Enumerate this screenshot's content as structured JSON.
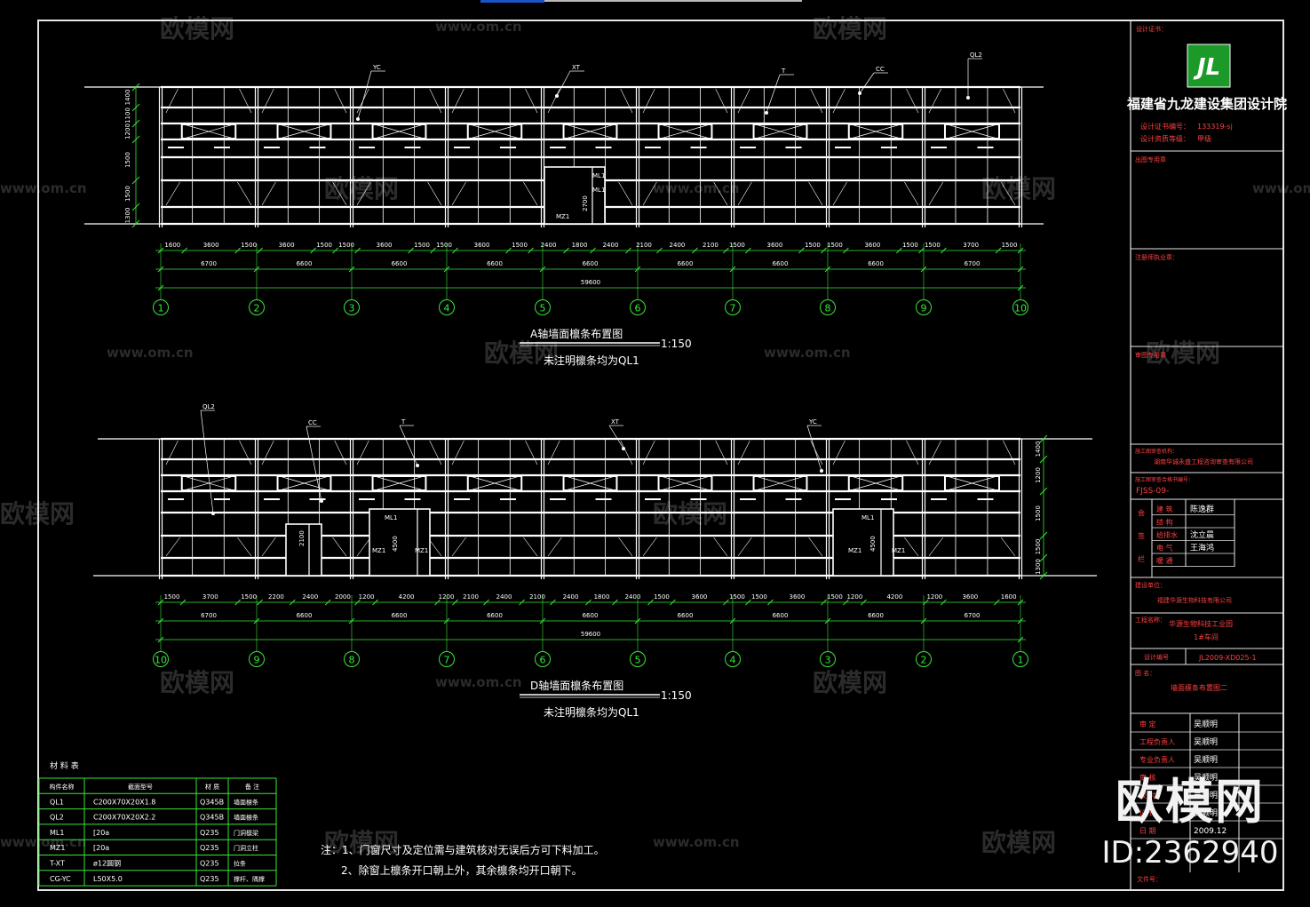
{
  "accent": {
    "wall": "#ffffff",
    "grid": "#39e639",
    "frame": "#e6e6e6",
    "bluebar": "#1a55c8"
  },
  "watermark": {
    "brand": "欧模网",
    "url": "www.om.cn",
    "id_label": "ID:2362940"
  },
  "titleblock": {
    "logo_text": "JL",
    "company": "福建省九龙建设集团设计院",
    "cert_label": "设计证书编号：",
    "cert_value": "133319-sj",
    "grade_label": "设计资质等级：",
    "grade_value": "甲级",
    "design_cert": "设计证书：",
    "review_stamp": "出图专用章",
    "reg_stamp": "注册师执业章：",
    "review_seal": "审图专用章",
    "review_company": "湖南华诚永盛工程咨询审查有限公司",
    "project_no_label": "施工图审查合格书编号：",
    "project_no": "FJSS-09-",
    "sign_group": "会 签 栏",
    "sign_rows": [
      {
        "role": "建 筑",
        "name": "陈逸群"
      },
      {
        "role": "结 构",
        "name": ""
      },
      {
        "role": "给排水",
        "name": "沈立晨"
      },
      {
        "role": "电 气",
        "name": "王海鸿"
      },
      {
        "role": "暖 通",
        "name": ""
      }
    ],
    "client_label": "建设单位：",
    "client": "福建华源生物科技有限公司",
    "project_label": "工程名称：",
    "project_name": "华源生物科技工业园",
    "project_sub": "1#车间",
    "drawing_no_label": "设计编号",
    "drawing_no": "JL2009-XD025-1",
    "drawing_title_label": "图 名：",
    "drawing_title": "墙面檩条布置图二",
    "approval_rows": [
      {
        "role": "审 定",
        "name": "吴顺明"
      },
      {
        "role": "工程负责人",
        "name": "吴顺明"
      },
      {
        "role": "专业负责人",
        "name": "吴顺明"
      },
      {
        "role": "审 核",
        "name": "吴顺明"
      },
      {
        "role": "校 对",
        "name": "吴顺明"
      },
      {
        "role": "设 计",
        "name": "吴顺明"
      },
      {
        "role": "日 期",
        "name": "2009.12"
      }
    ],
    "file_label": "文件号："
  },
  "elev_a": {
    "title": "A轴墙面檩条布置图",
    "scale": "1:150",
    "note": "未注明檩条均为QL1",
    "tags": [
      "YC",
      "XT",
      "T",
      "CC",
      "QL2",
      "MZ1",
      "ML1"
    ],
    "door_dim": "2700",
    "height_dims": [
      "1400",
      "1100",
      "1200",
      "1500",
      "1500",
      "1300"
    ],
    "sub_dims": [
      "1600",
      "3600",
      "1500",
      "3600",
      "1500",
      "1500",
      "3600",
      "1500",
      "1500",
      "3600",
      "1500",
      "2400",
      "1800",
      "2400",
      "2100",
      "2400",
      "2100",
      "1500",
      "3600",
      "1500",
      "1500",
      "3600",
      "1500",
      "1500",
      "3700",
      "1500"
    ],
    "bay_dims": [
      "6700",
      "6600",
      "6600",
      "6600",
      "6600",
      "6600",
      "6600",
      "6600",
      "6700"
    ],
    "total": "59600",
    "axes": [
      "1",
      "2",
      "3",
      "4",
      "5",
      "6",
      "7",
      "8",
      "9",
      "10"
    ]
  },
  "elev_d": {
    "title": "D轴墙面檩条布置图",
    "scale": "1:150",
    "note": "未注明檩条均为QL1",
    "tags": [
      "QL2",
      "CC",
      "T",
      "XT",
      "YC",
      "ML1",
      "MZ1",
      "MZ1",
      "ML1",
      "MZ1",
      "MZ1"
    ],
    "door_dims": [
      "2100",
      "4500",
      "4500"
    ],
    "height_dims": [
      "1400",
      "1200",
      "1500",
      "1500",
      "1300"
    ],
    "sub_dims": [
      "1500",
      "3700",
      "1500",
      "2200",
      "2400",
      "2000",
      "1200",
      "4200",
      "1200",
      "2100",
      "2400",
      "2100",
      "2400",
      "1800",
      "2400",
      "1500",
      "3600",
      "1500",
      "1500",
      "3600",
      "1500",
      "1200",
      "4200",
      "1200",
      "3600",
      "1600"
    ],
    "bay_dims": [
      "6700",
      "6600",
      "6600",
      "6600",
      "6600",
      "6600",
      "6600",
      "6600",
      "6700"
    ],
    "total": "59600",
    "axes": [
      "10",
      "9",
      "8",
      "7",
      "6",
      "5",
      "4",
      "3",
      "2",
      "1"
    ]
  },
  "material_table": {
    "title": "材 料 表",
    "headers": [
      "构件名称",
      "截面型号",
      "材 质",
      "备 注"
    ],
    "rows": [
      [
        "QL1",
        "C200X70X20X1.8",
        "Q345B",
        "墙面檩条"
      ],
      [
        "QL2",
        "C200X70X20X2.2",
        "Q345B",
        "墙面檩条"
      ],
      [
        "ML1",
        "[20a",
        "Q235",
        "门洞檩梁"
      ],
      [
        "MZ1",
        "[20a",
        "Q235",
        "门洞立柱"
      ],
      [
        "T-XT",
        "ø12圆钢",
        "Q235",
        "拉条"
      ],
      [
        "CG-YC",
        "L50X5.0",
        "Q235",
        "撑杆、隅撑"
      ]
    ]
  },
  "notes": {
    "line1": "注：1、门窗尺寸及定位需与建筑核对无误后方可下料加工。",
    "line2": "2、除窗上檩条开口朝上外，其余檩条均开口朝下。"
  }
}
